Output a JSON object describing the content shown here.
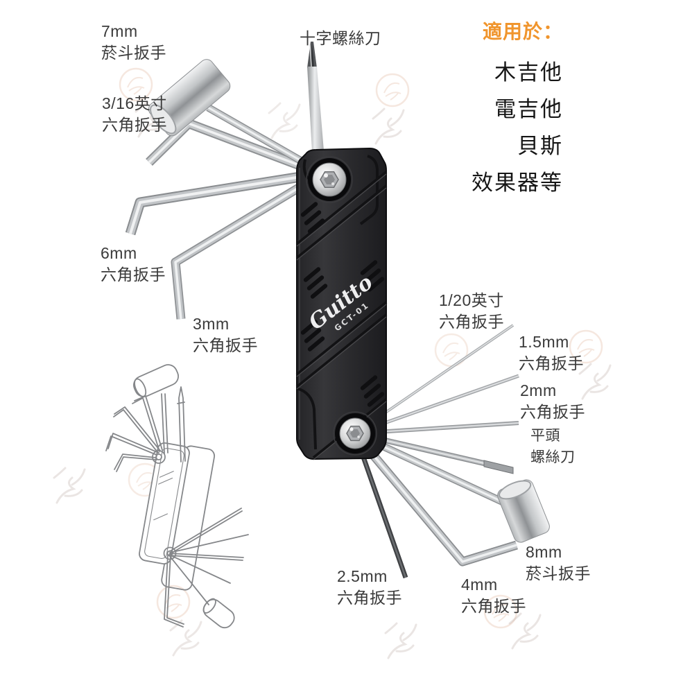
{
  "brand": {
    "logo": "Guitto",
    "model": "GCT-01"
  },
  "applicable": {
    "heading": "適用於：",
    "heading_color": "#f0952d",
    "items": [
      "木吉他",
      "電吉他",
      "貝斯",
      "效果器等"
    ]
  },
  "labels": [
    {
      "name": "7mm-pipe-wrench",
      "line1": "7mm",
      "line2": "菸斗扳手"
    },
    {
      "name": "3-16-inch-hex-wrench",
      "line1": "3/16英寸",
      "line2": "六角扳手"
    },
    {
      "name": "phillips-screwdriver",
      "line1": "十字螺絲刀"
    },
    {
      "name": "6mm-hex-wrench",
      "line1": "6mm",
      "line2": "六角扳手"
    },
    {
      "name": "3mm-hex-wrench",
      "line1": "3mm",
      "line2": "六角扳手"
    },
    {
      "name": "1-20-inch-hex-wrench",
      "line1": "1/20英寸",
      "line2": "六角扳手"
    },
    {
      "name": "1-5mm-hex-wrench",
      "line1": "1.5mm",
      "line2": "六角扳手"
    },
    {
      "name": "2mm-hex-wrench",
      "line1": "2mm",
      "line2": "六角扳手"
    },
    {
      "name": "flathead-screwdriver",
      "line1": "平頭",
      "line2": "螺絲刀"
    },
    {
      "name": "8mm-pipe-wrench",
      "line1": "8mm",
      "line2": "菸斗扳手"
    },
    {
      "name": "4mm-hex-wrench",
      "line1": "4mm",
      "line2": "六角扳手"
    },
    {
      "name": "2-5mm-hex-wrench",
      "line1": "2.5mm",
      "line2": "六角扳手"
    }
  ]
}
